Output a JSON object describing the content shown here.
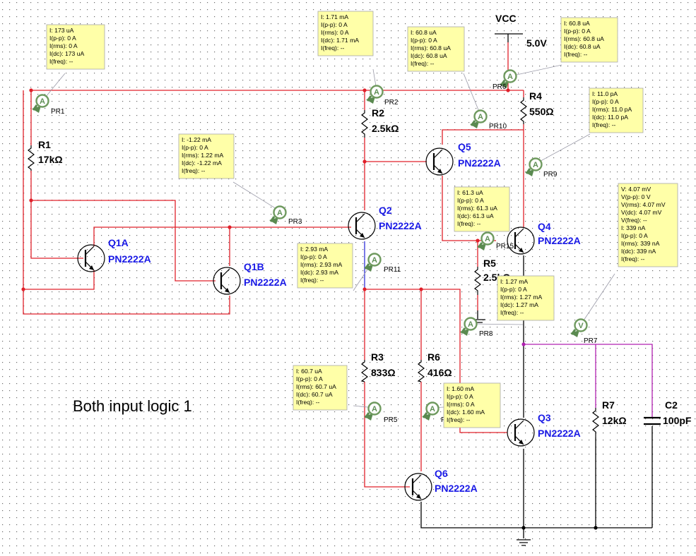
{
  "annotation": "Both input logic 1",
  "supply": {
    "name": "VCC",
    "value": "5.0V"
  },
  "components": {
    "R1": {
      "name": "R1",
      "value": "17kΩ"
    },
    "R2": {
      "name": "R2",
      "value": "2.5kΩ"
    },
    "R3": {
      "name": "R3",
      "value": "833Ω"
    },
    "R4": {
      "name": "R4",
      "value": "550Ω"
    },
    "R5": {
      "name": "R5",
      "value": "2.5kΩ"
    },
    "R6": {
      "name": "R6",
      "value": "416Ω"
    },
    "R7": {
      "name": "R7",
      "value": "12kΩ"
    },
    "C2": {
      "name": "C2",
      "value": "100pF"
    },
    "Q1A": {
      "name": "Q1A",
      "model": "PN2222A"
    },
    "Q1B": {
      "name": "Q1B",
      "model": "PN2222A"
    },
    "Q2": {
      "name": "Q2",
      "model": "PN2222A"
    },
    "Q3": {
      "name": "Q3",
      "model": "PN2222A"
    },
    "Q4": {
      "name": "Q4",
      "model": "PN2222A"
    },
    "Q5": {
      "name": "Q5",
      "model": "PN2222A"
    },
    "Q6": {
      "name": "Q6",
      "model": "PN2222A"
    }
  },
  "probes": {
    "PR1": {
      "name": "PR1",
      "kind": "A",
      "lines": [
        "I: 173 uA",
        "I(p-p): 0 A",
        "I(rms): 0 A",
        "I(dc): 173 uA",
        "I(freq): --"
      ]
    },
    "PR2": {
      "name": "PR2",
      "kind": "A",
      "lines": [
        "I: 1.71 mA",
        "I(p-p): 0 A",
        "I(rms): 0 A",
        "I(dc): 1.71 mA",
        "I(freq): --"
      ]
    },
    "PR3": {
      "name": "PR3",
      "kind": "A",
      "lines": [
        "I: -1.22 mA",
        "I(p-p): 0 A",
        "I(rms): 1.22 mA",
        "I(dc): -1.22 mA",
        "I(freq): --"
      ]
    },
    "PR5": {
      "name": "PR5",
      "kind": "A",
      "lines": [
        "I: 60.7 uA",
        "I(p-p): 0 A",
        "I(rms): 60.7 uA",
        "I(dc): 60.7 uA",
        "I(freq): --"
      ]
    },
    "PR6": {
      "name": "PR6",
      "kind": "A",
      "lines": [
        "I: 60.8 uA",
        "I(p-p): 0 A",
        "I(rms): 60.8 uA",
        "I(dc): 60.8 uA",
        "I(freq): --"
      ]
    },
    "PR7": {
      "name": "PR7",
      "kind": "V",
      "lines": [
        "V: 4.07 mV",
        "V(p-p): 0 V",
        "V(rms): 4.07 mV",
        "V(dc): 4.07 mV",
        "V(freq): --",
        "I: 339 nA",
        "I(p-p): 0 A",
        "I(rms): 339 nA",
        "I(dc): 339 nA",
        "I(freq): --"
      ]
    },
    "PR8": {
      "name": "PR8",
      "kind": "A",
      "lines": [
        "I: 1.27 mA",
        "I(p-p): 0 A",
        "I(rms): 1.27 mA",
        "I(dc): 1.27 mA",
        "I(freq): --"
      ]
    },
    "PR9": {
      "name": "PR9",
      "kind": "A",
      "lines": [
        "I: 11.0 pA",
        "I(p-p): 0 A",
        "I(rms): 11.0 pA",
        "I(dc): 11.0 pA",
        "I(freq): --"
      ]
    },
    "PR10": {
      "name": "PR10",
      "kind": "A",
      "lines": [
        "I: 60.8 uA",
        "I(p-p): 0 A",
        "I(rms): 60.8 uA",
        "I(dc): 60.8 uA",
        "I(freq): --"
      ]
    },
    "PR11": {
      "name": "PR11",
      "kind": "A",
      "lines": [
        "I: 2.93 mA",
        "I(p-p): 0 A",
        "I(rms): 2.93 mA",
        "I(dc): 2.93 mA",
        "I(freq): --"
      ]
    },
    "PR14": {
      "name": "P",
      "kind": "A",
      "lines": [
        "I: 1.60 mA",
        "I(p-p): 0 A",
        "I(rms): 0 A",
        "I(dc): 1.60 mA",
        "I(freq): --"
      ]
    },
    "PR15": {
      "name": "PR15",
      "kind": "A",
      "lines": [
        "I: 61.3 uA",
        "I(p-p): 0 A",
        "I(rms): 61.3 uA",
        "I(dc): 61.3 uA",
        "I(freq): --"
      ]
    }
  },
  "colors": {
    "wire_red": "#e0202a",
    "wire_blue": "#3030d8",
    "wire_black": "#000000",
    "wire_purple": "#b020b0",
    "component_label": "#1a1ae6",
    "probe_green": "#7fa86a",
    "tooltip_fill": "#ffffa8"
  }
}
